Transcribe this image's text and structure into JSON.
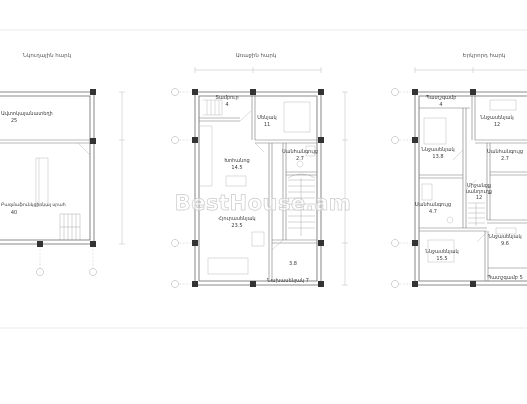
{
  "watermark": "BestHouse.am",
  "floors": [
    {
      "title": "Նկուղային հարկ",
      "rooms": [
        {
          "name": "Ավտոկայանատեղի",
          "area": "25"
        },
        {
          "name": "Բազմաֆունկցիոնալ սրահ",
          "area": "40"
        }
      ]
    },
    {
      "title": "Առաջին հարկ",
      "rooms": [
        {
          "name": "Տամբուր",
          "area": "4"
        },
        {
          "name": "Սենյակ",
          "area": "11"
        },
        {
          "name": "Սանհանգույց",
          "area": "2.7"
        },
        {
          "name": "Խոհանոց",
          "area": "14.5"
        },
        {
          "name": "Հյուրասենյակ",
          "area": "23.5"
        },
        {
          "area": "3.8"
        },
        {
          "name": "Նախասենյակ",
          "area": "7"
        }
      ]
    },
    {
      "title": "Երկրորդ հարկ",
      "rooms": [
        {
          "name": "Պատշգամբ",
          "area": "4"
        },
        {
          "name": "Ննջասենյակ",
          "area": "12"
        },
        {
          "name": "Ննջասենյակ",
          "area": "13.8"
        },
        {
          "name": "Սանհանգույց",
          "area": "2.7"
        },
        {
          "name": "Միջանցք",
          "name2": "սանդուղք",
          "area": "12"
        },
        {
          "name": "Սանհանգույց",
          "area": "4.7"
        },
        {
          "name": "Ննջասենյակ",
          "area": "15.5"
        },
        {
          "name": "Ննջասենյակ",
          "area": "9.6"
        },
        {
          "name": "Պատշգամբ",
          "area": "5"
        }
      ]
    }
  ]
}
